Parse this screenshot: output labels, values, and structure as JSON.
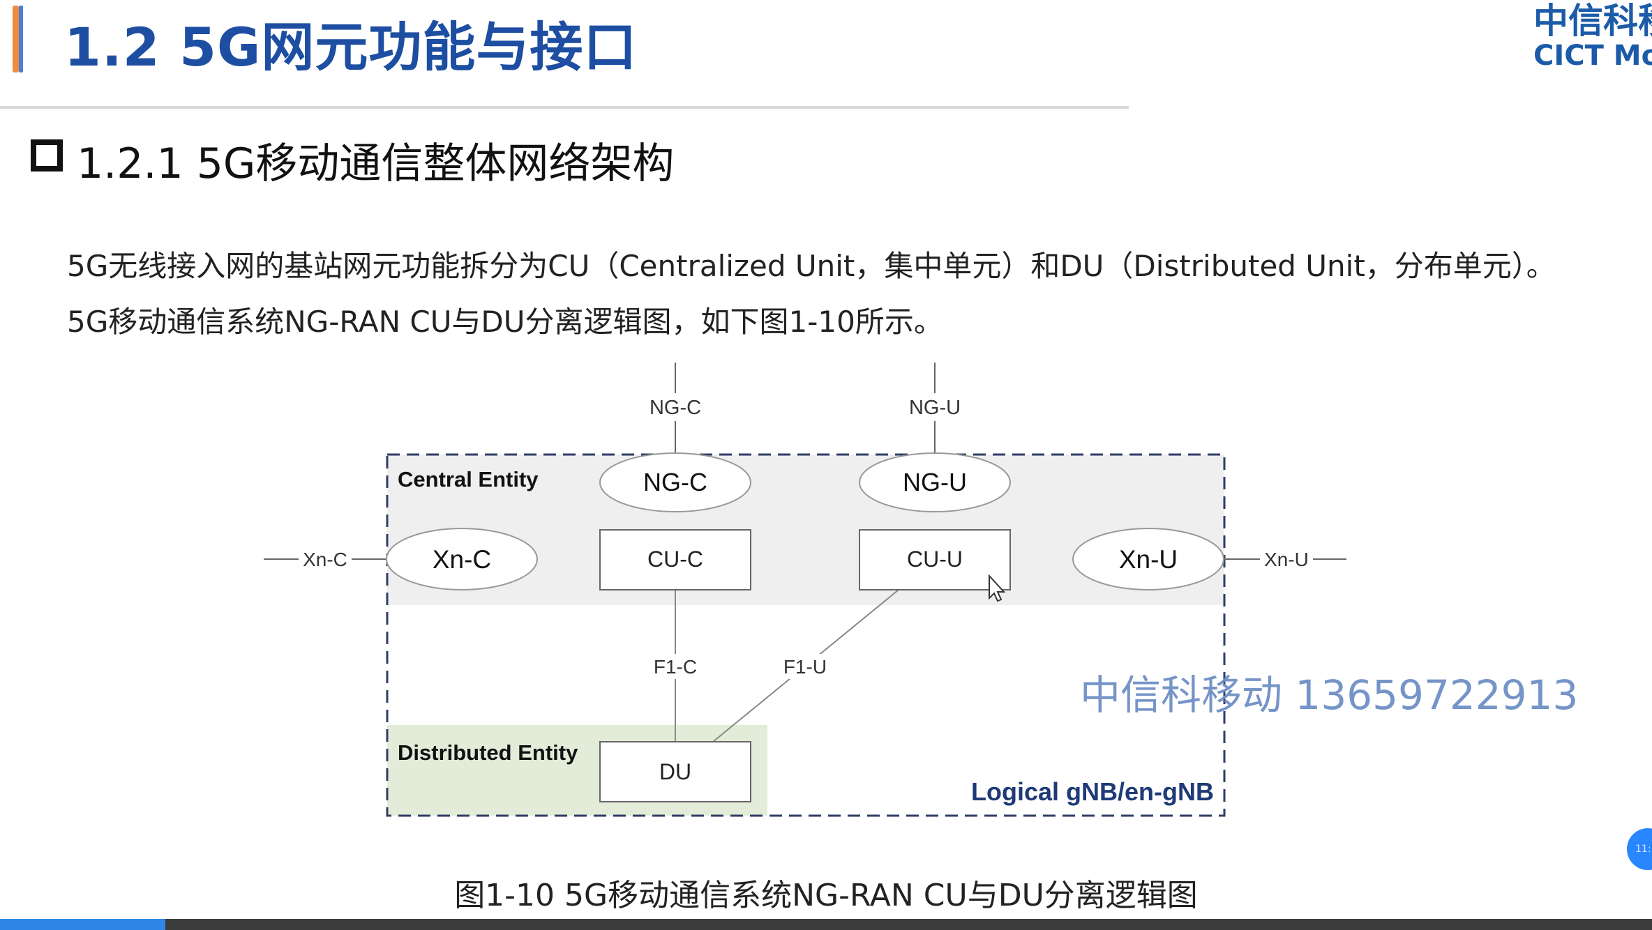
{
  "slide": {
    "title": "1.2 5G网元功能与接口",
    "logo_cn": "中信科移",
    "logo_en": "CICT Mo",
    "section_title": "1.2.1 5G移动通信整体网络架构",
    "paragraph_1": "5G无线接入网的基站网元功能拆分为CU（Centralized Unit，集中单元）和DU（Distributed Unit，分布单元）。",
    "paragraph_2": "5G移动通信系统NG-RAN CU与DU分离逻辑图，如下图1-10所示。",
    "caption": "图1-10 5G移动通信系统NG-RAN CU与DU分离逻辑图",
    "watermark": "中信科移动 13659722913",
    "timer_label": "11:"
  },
  "diagram": {
    "central_entity_label": "Central Entity",
    "distributed_entity_label": "Distributed Entity",
    "logical_label": "Logical gNB/en-gNB",
    "ng_c_external": "NG-C",
    "ng_u_external": "NG-U",
    "ng_c": "NG-C",
    "ng_u": "NG-U",
    "xn_c": "Xn-C",
    "xn_u": "Xn-U",
    "xn_c_external": "Xn-C",
    "xn_u_external": "Xn-U",
    "cu_c": "CU-C",
    "cu_u": "CU-U",
    "du": "DU",
    "f1_c": "F1-C",
    "f1_u": "F1-U"
  },
  "player": {
    "progress_fraction": 0.1
  },
  "colors": {
    "title_blue": "#1d4ea2",
    "accent_orange": "#f08a3e",
    "central_shade": "#efefef",
    "distributed_shade": "#e2ecd8",
    "dashed_border": "#2f3e66",
    "logical_label": "#1f3a77"
  }
}
